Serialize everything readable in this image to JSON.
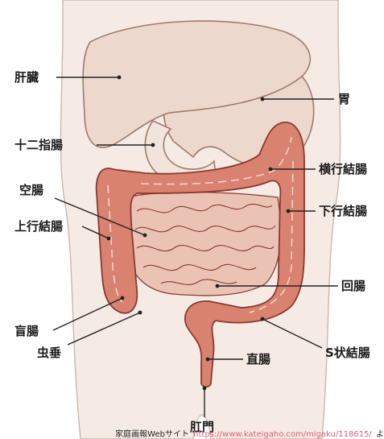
{
  "labels": {
    "liver": "肝臓",
    "stomach": "胃",
    "duodenum": "十二指腸",
    "transverse_colon": "横行結腸",
    "jejunum": "空腸",
    "descending_colon": "下行結腸",
    "ascending_colon": "上行結腸",
    "ileum": "回腸",
    "cecum": "盲腸",
    "appendix": "虫垂",
    "sigmoid_colon": "S状結腸",
    "rectum": "直腸",
    "anus": "肛門"
  },
  "credit": {
    "prefix": "家庭画報Webサイト",
    "url": "https://www.kateigaho.com/migaku/118615/",
    "suffix": "よ"
  },
  "colors": {
    "body": "#f6ebe4",
    "liver": "#ecd8cc",
    "stomach": "#ecd8cc",
    "duodenum": "#f1e4dc",
    "colon": "#d9826f",
    "colon_stroke": "#8a3a30",
    "small_intestine": "#ebc3b4",
    "credit_link": "#e0607a"
  }
}
